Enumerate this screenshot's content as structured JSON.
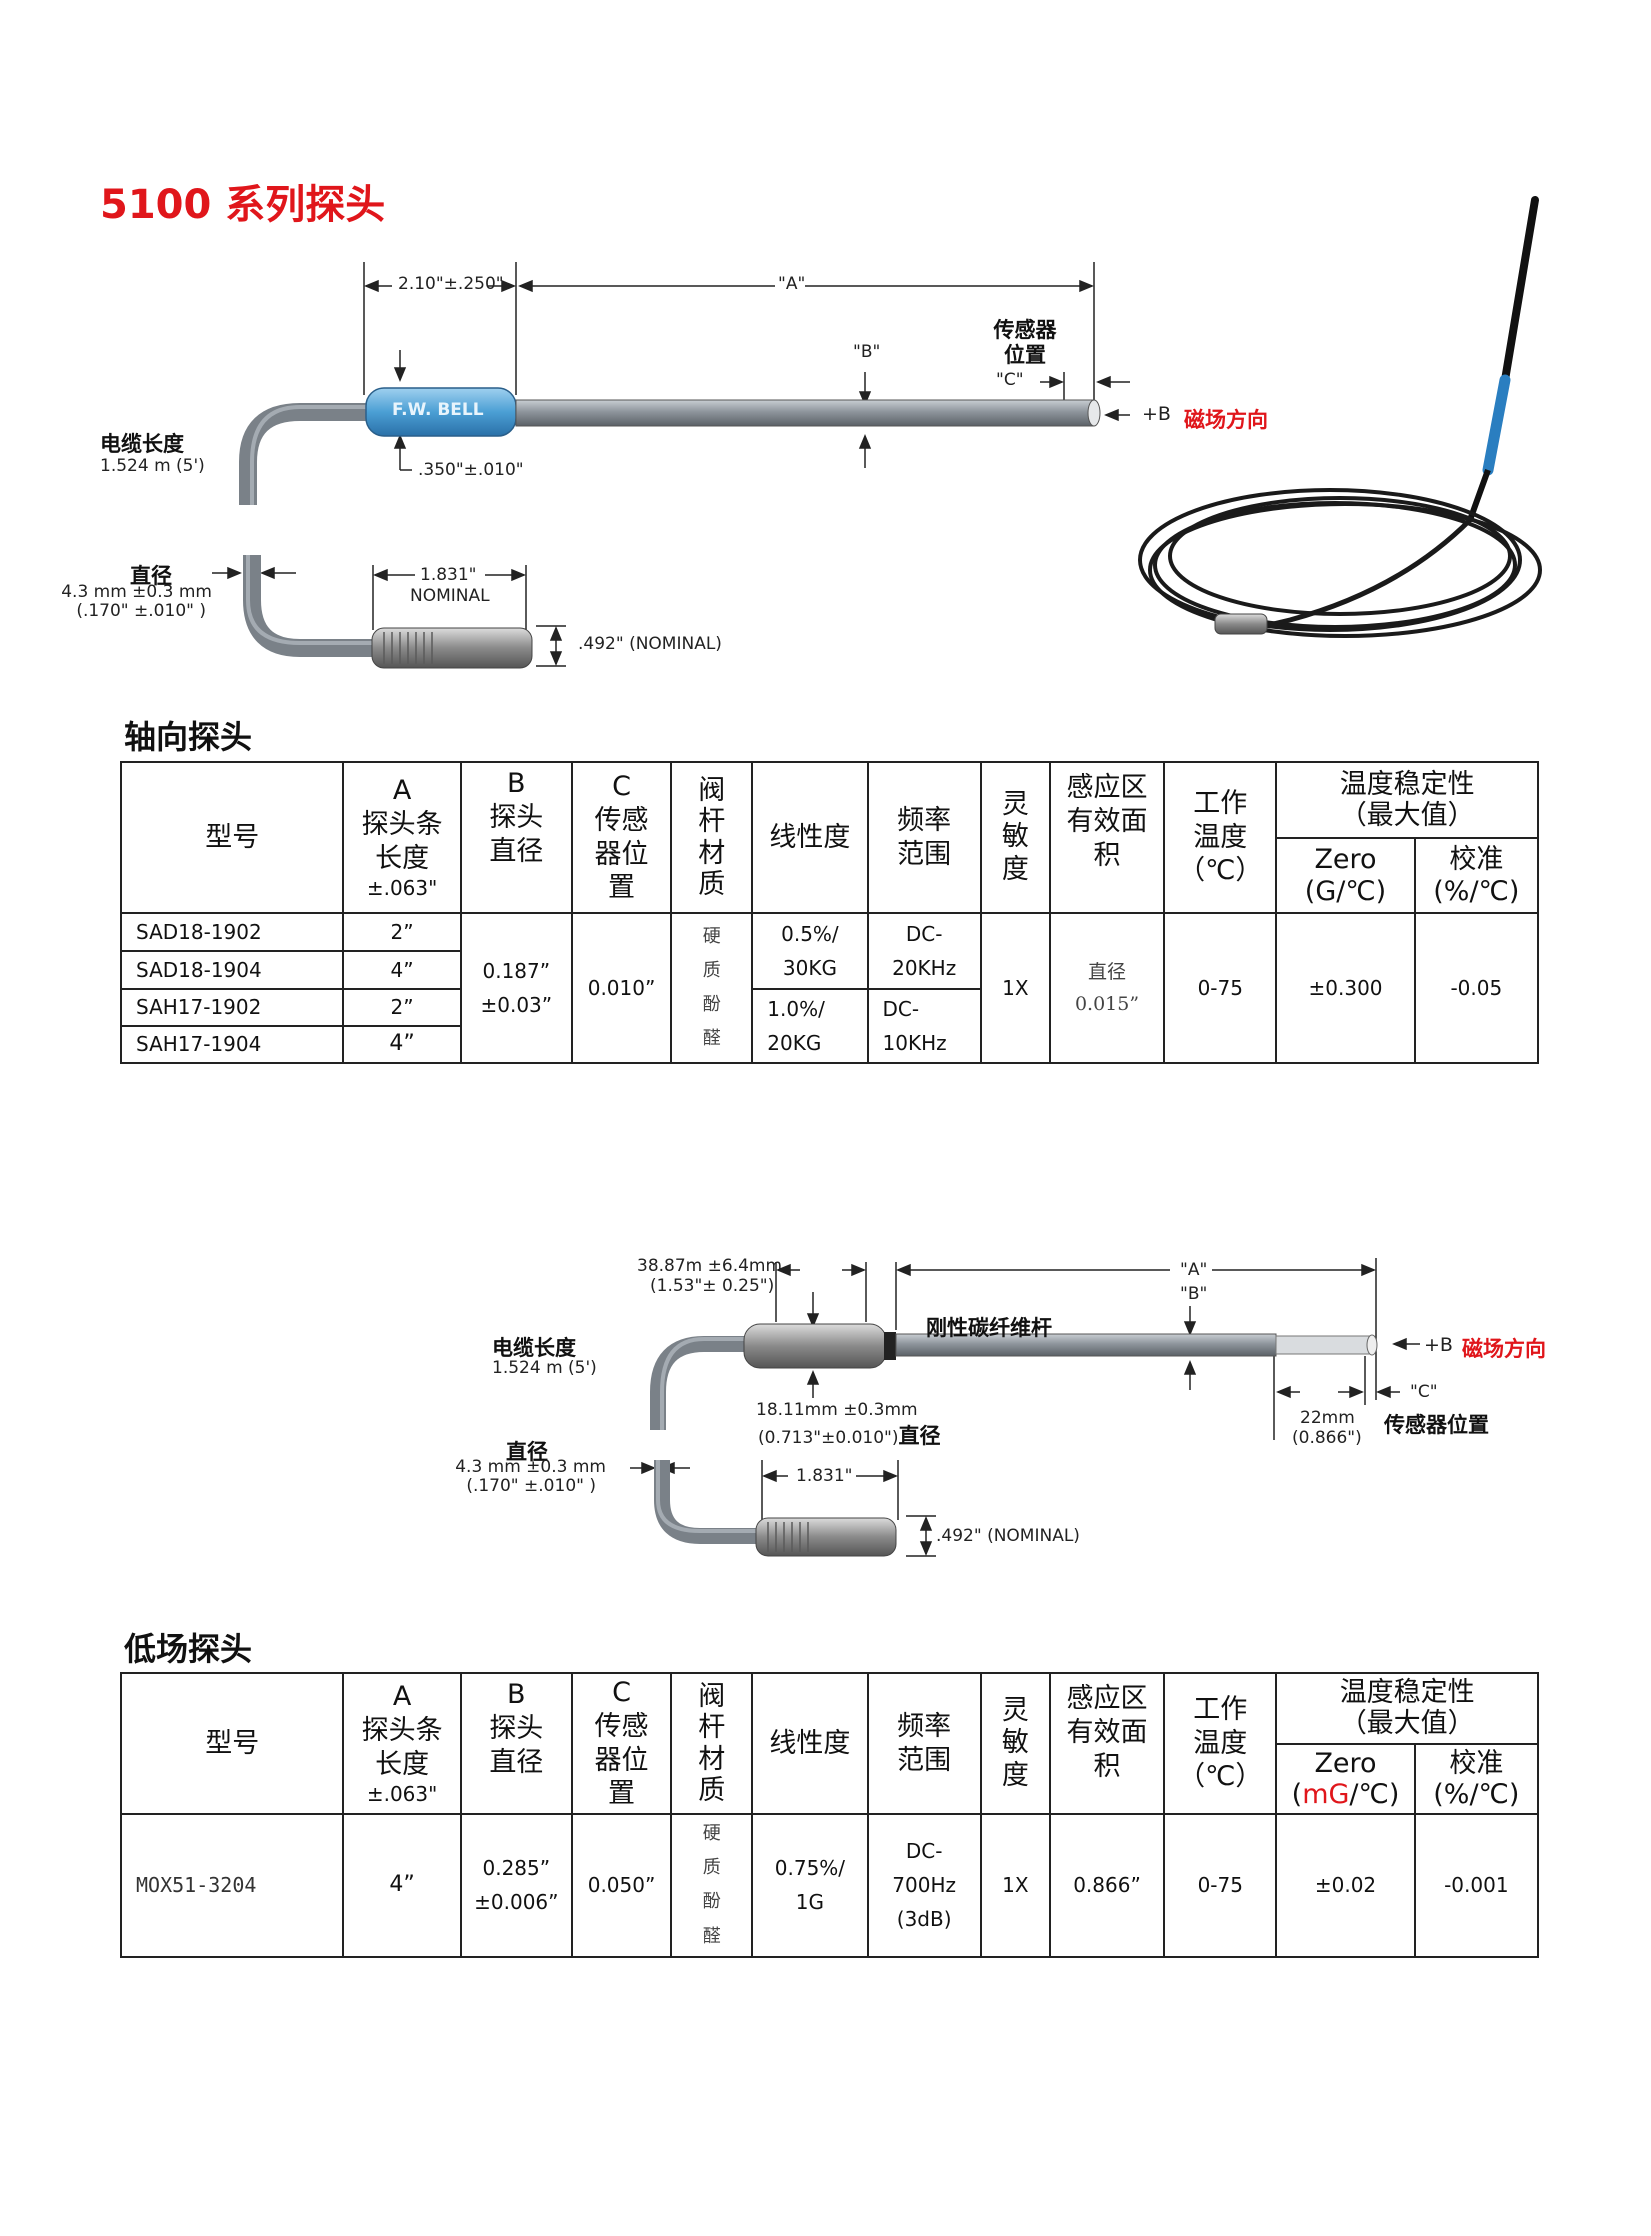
{
  "title": "5100 系列探头",
  "diagram1": {
    "dim_2_10": "2.10\"±.250\"",
    "dim_A": "\"A\"",
    "dim_B": "\"B\"",
    "dim_C": "\"C\"",
    "sensor_pos": "传感器\n位置",
    "plus_b": "+B",
    "field_dir": "磁场方向",
    "brand": "F.W. BELL",
    "dim_350": ".350\"±.010\"",
    "cable_len_label": "电缆长度",
    "cable_len_value": "1.524 m (5')",
    "diameter_label": "直径",
    "diameter_value1": "4.3 mm ±0.3 mm",
    "diameter_value2": "(.170\" ±.010\" )",
    "dim_1831": "1.831\"",
    "nominal": "NOMINAL",
    "dim_492": ".492\" (NOMINAL)"
  },
  "axial": {
    "section_title": "轴向探头",
    "headers": {
      "model": "型号",
      "a": "A\n探头条\n长度",
      "a_tol": "±.063\"",
      "b": "B\n探头\n直径",
      "c": "C\n传感\n器位\n置",
      "stem": "阀\n杆\n材\n质",
      "linearity": "线性度",
      "freq": "频率\n范围",
      "sens": "灵\n敏\n度",
      "area": "感应区\n有效面\n积",
      "temp": "工作\n温度\n（℃）",
      "stability": "温度稳定性\n（最大值）",
      "zero": "Zero\n(G/℃)",
      "cal": "校准\n(%/℃)"
    },
    "rows": [
      {
        "model": "SAD18-1902",
        "a": "2”"
      },
      {
        "model": "SAD18-1904",
        "a": "4”"
      },
      {
        "model": "SAH17-1902",
        "a": "2”"
      },
      {
        "model": "SAH17-1904",
        "a": "4”"
      }
    ],
    "b_value": "0.187”\n±0.03”",
    "c_value": "0.010”",
    "stem_value": "硬\n质\n酚\n醛",
    "linearity_1": "0.5%/\n30KG",
    "linearity_2": "1.0%/\n20KG",
    "freq_1": "DC-\n20KHz",
    "freq_2": "DC-\n10KHz",
    "sens_value": "1X",
    "area_value": "直径\n0.015”",
    "temp_value": "0-75",
    "zero_value": "±0.300",
    "cal_value": "-0.05"
  },
  "diagram2": {
    "dim_3887": "38.87m ±6.4mm",
    "dim_153": "(1.53\"± 0.25\")",
    "dim_A": "\"A\"",
    "dim_B": "\"B\"",
    "rod_label": "刚性碳纤维杆",
    "plus_b": "+B",
    "field_dir": "磁场方向",
    "cable_len_label": "电缆长度",
    "cable_len_value": "1.524 m (5')",
    "dim_1811": "18.11mm ±0.3mm",
    "dim_0713": "(0.713\"±0.010\")",
    "diameter_word": "直径",
    "dim_C": "\"C\"",
    "dim_22": "22mm",
    "dim_0866": "(0.866\")",
    "sensor_pos": "传感器位置",
    "diameter_label": "直径",
    "diameter_value1": "4.3 mm ±0.3 mm",
    "diameter_value2": "(.170\" ±.010\" )",
    "dim_1831": "1.831\"",
    "dim_492": ".492\" (NOMINAL)"
  },
  "lowfield": {
    "section_title": "低场探头",
    "headers": {
      "model": "型号",
      "a": "A\n探头条\n长度",
      "a_tol": "±.063\"",
      "b": "B\n探头\n直径",
      "c": "C\n传感\n器位\n置",
      "stem": "阀\n杆\n材\n质",
      "linearity": "线性度",
      "freq": "频率\n范围",
      "sens": "灵\n敏\n度",
      "area": "感应区\n有效面\n积",
      "temp": "工作\n温度\n（℃）",
      "stability": "温度稳定性\n（最大值）",
      "zero_top": "Zero",
      "zero_unit_red": "mG",
      "zero_unit_rest": "/℃)",
      "cal": "校准\n(%/℃)"
    },
    "row": {
      "model": "MOX51-3204",
      "a": "4”",
      "b": "0.285”\n±0.006”",
      "c": "0.050”",
      "stem": "硬\n质\n酚\n醛",
      "linearity": "0.75%/\n1G",
      "freq": "DC-\n700Hz\n(3dB)",
      "sens": "1X",
      "area": "0.866”",
      "temp": "0-75",
      "zero": "±0.02",
      "cal": "-0.001"
    }
  }
}
